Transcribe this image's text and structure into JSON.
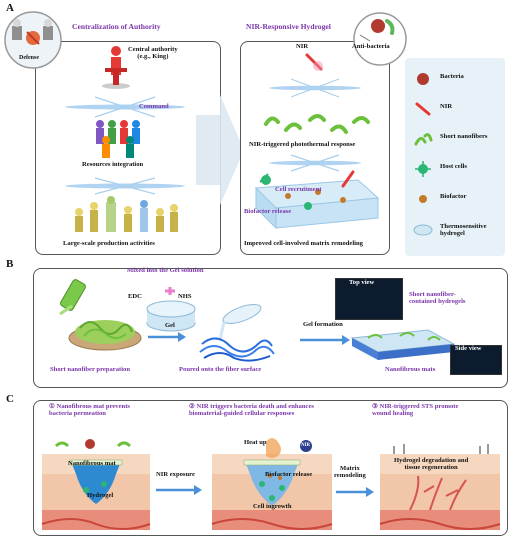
{
  "panels": {
    "a": "A",
    "b": "B",
    "c": "C"
  },
  "panel_a": {
    "left_title": "Centralization  of Authority",
    "defense": "Defense",
    "central_authority": "Central authority\n(e.g., King)",
    "command": "Command",
    "resources": "Resources integration",
    "production": "Large-scale production activities",
    "right_title": "NIR-Responsive Hydrogel",
    "anti_bacteria": "Anti-bacteria",
    "nir": "NIR",
    "photothermal": "NIR-triggered photothermal response",
    "cell_recruitment": "Cell recruitment",
    "biofactor_release": "Biofactor release",
    "improved": "Improved cell-involved matrix remodeling",
    "legend": [
      {
        "icon": "bacteria-icon",
        "label": "Bacteria"
      },
      {
        "icon": "nir-icon",
        "label": "NIR"
      },
      {
        "icon": "short-nanofiber-icon",
        "label": "Short nanofibers"
      },
      {
        "icon": "host-cell-icon",
        "label": "Host cells"
      },
      {
        "icon": "biofactor-icon",
        "label": "Biofactor"
      },
      {
        "icon": "hydrogel-icon",
        "label": "Thermosensitive\nhydrogel"
      }
    ]
  },
  "panel_b": {
    "mixed": "Mixed into the Gel solution",
    "edc": "EDC",
    "nhs": "NHS",
    "gel": "Gel",
    "top_view": "Top view",
    "short_fiber_gel": "Short nanofiber-\ncontained hydrogels",
    "gel_formation": "Gel formation",
    "side_view": "Side view",
    "step1": "Short nanofiber preparation",
    "step2": "Poured onto the fiber surface",
    "step3": "Nanofibrous mats"
  },
  "panel_c": {
    "t1": "① Nanofibrous mat prevents\nbacteria permeation",
    "t2": "② NIR triggers bacteria death and enhances\nbiomaterial-guided cellular responses",
    "t3": "③ NIR-triggered STS promote\nwound healing",
    "nanofibrous_mat": "Nanofibrous mat",
    "hydrogel": "Hydrogel",
    "nir_exposure": "NIR exposure",
    "heat_up": "Heat up",
    "nir_badge": "NIR",
    "biofactor_release": "Biofactor release",
    "cell_ingrowth": "Cell ingrowth",
    "matrix_remodeling": "Matrix\nremodeling",
    "degradation": "Hydrogel degradation and\ntissue regeneration"
  },
  "colors": {
    "purple": "#7a35a8",
    "fiber_green": "#6cc13c",
    "hydro_blue": "#5aa9e6",
    "skin": "#f2c6a8",
    "muscle": "#d9534f",
    "arrow_blue": "#4a90d9"
  }
}
